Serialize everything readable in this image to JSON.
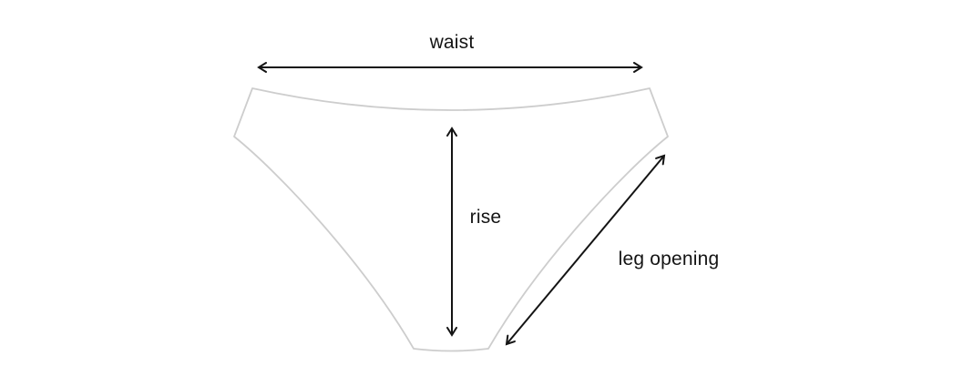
{
  "diagram": {
    "labels": {
      "waist": "waist",
      "rise": "rise",
      "leg_opening": "leg opening"
    }
  },
  "colors": {
    "background": "#ffffff",
    "garment_outline": "#cdcdcd",
    "arrow": "#141414",
    "text": "#141414"
  }
}
